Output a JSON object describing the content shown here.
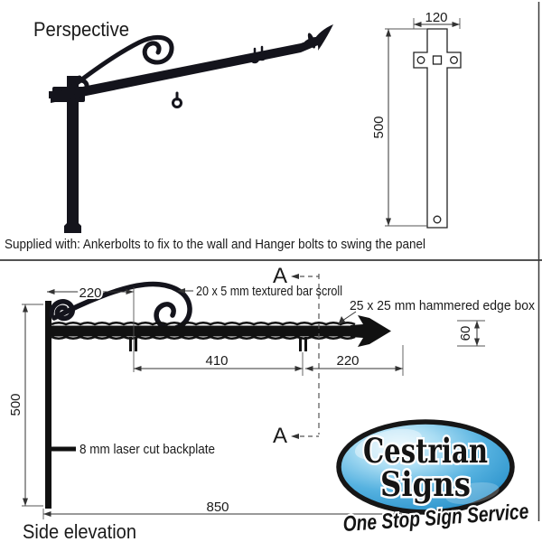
{
  "titles": {
    "perspective": "Perspective",
    "side_elevation": "Side elevation"
  },
  "note": {
    "supplied": "Supplied with: Ankerbolts to fix to the wall and Hanger bolts to swing the panel"
  },
  "front_view": {
    "width_mm": "120",
    "height_mm": "500"
  },
  "side_view": {
    "scroll_length_mm": "220",
    "height_mm": "500",
    "bolt_spacing_mm": "410",
    "end_overhang_mm": "220",
    "box_height_mm": "60",
    "total_length_mm": "850",
    "section_label_top": "A",
    "section_label_bottom": "A",
    "label_scroll": "20 x 5 mm textured bar scroll",
    "label_box": "25 x 25 mm hammered edge box",
    "label_backplate": "8 mm laser cut backplate"
  },
  "logo": {
    "name_line1": "Cestrian",
    "name_line2": "Signs",
    "tagline": "One Stop Sign Service",
    "oval_blue": "#3d9fd6",
    "outline_color": "#161616"
  },
  "colors": {
    "ink": "#1a1a1a",
    "ironwork": "#14141c",
    "dimension": "#333333"
  }
}
